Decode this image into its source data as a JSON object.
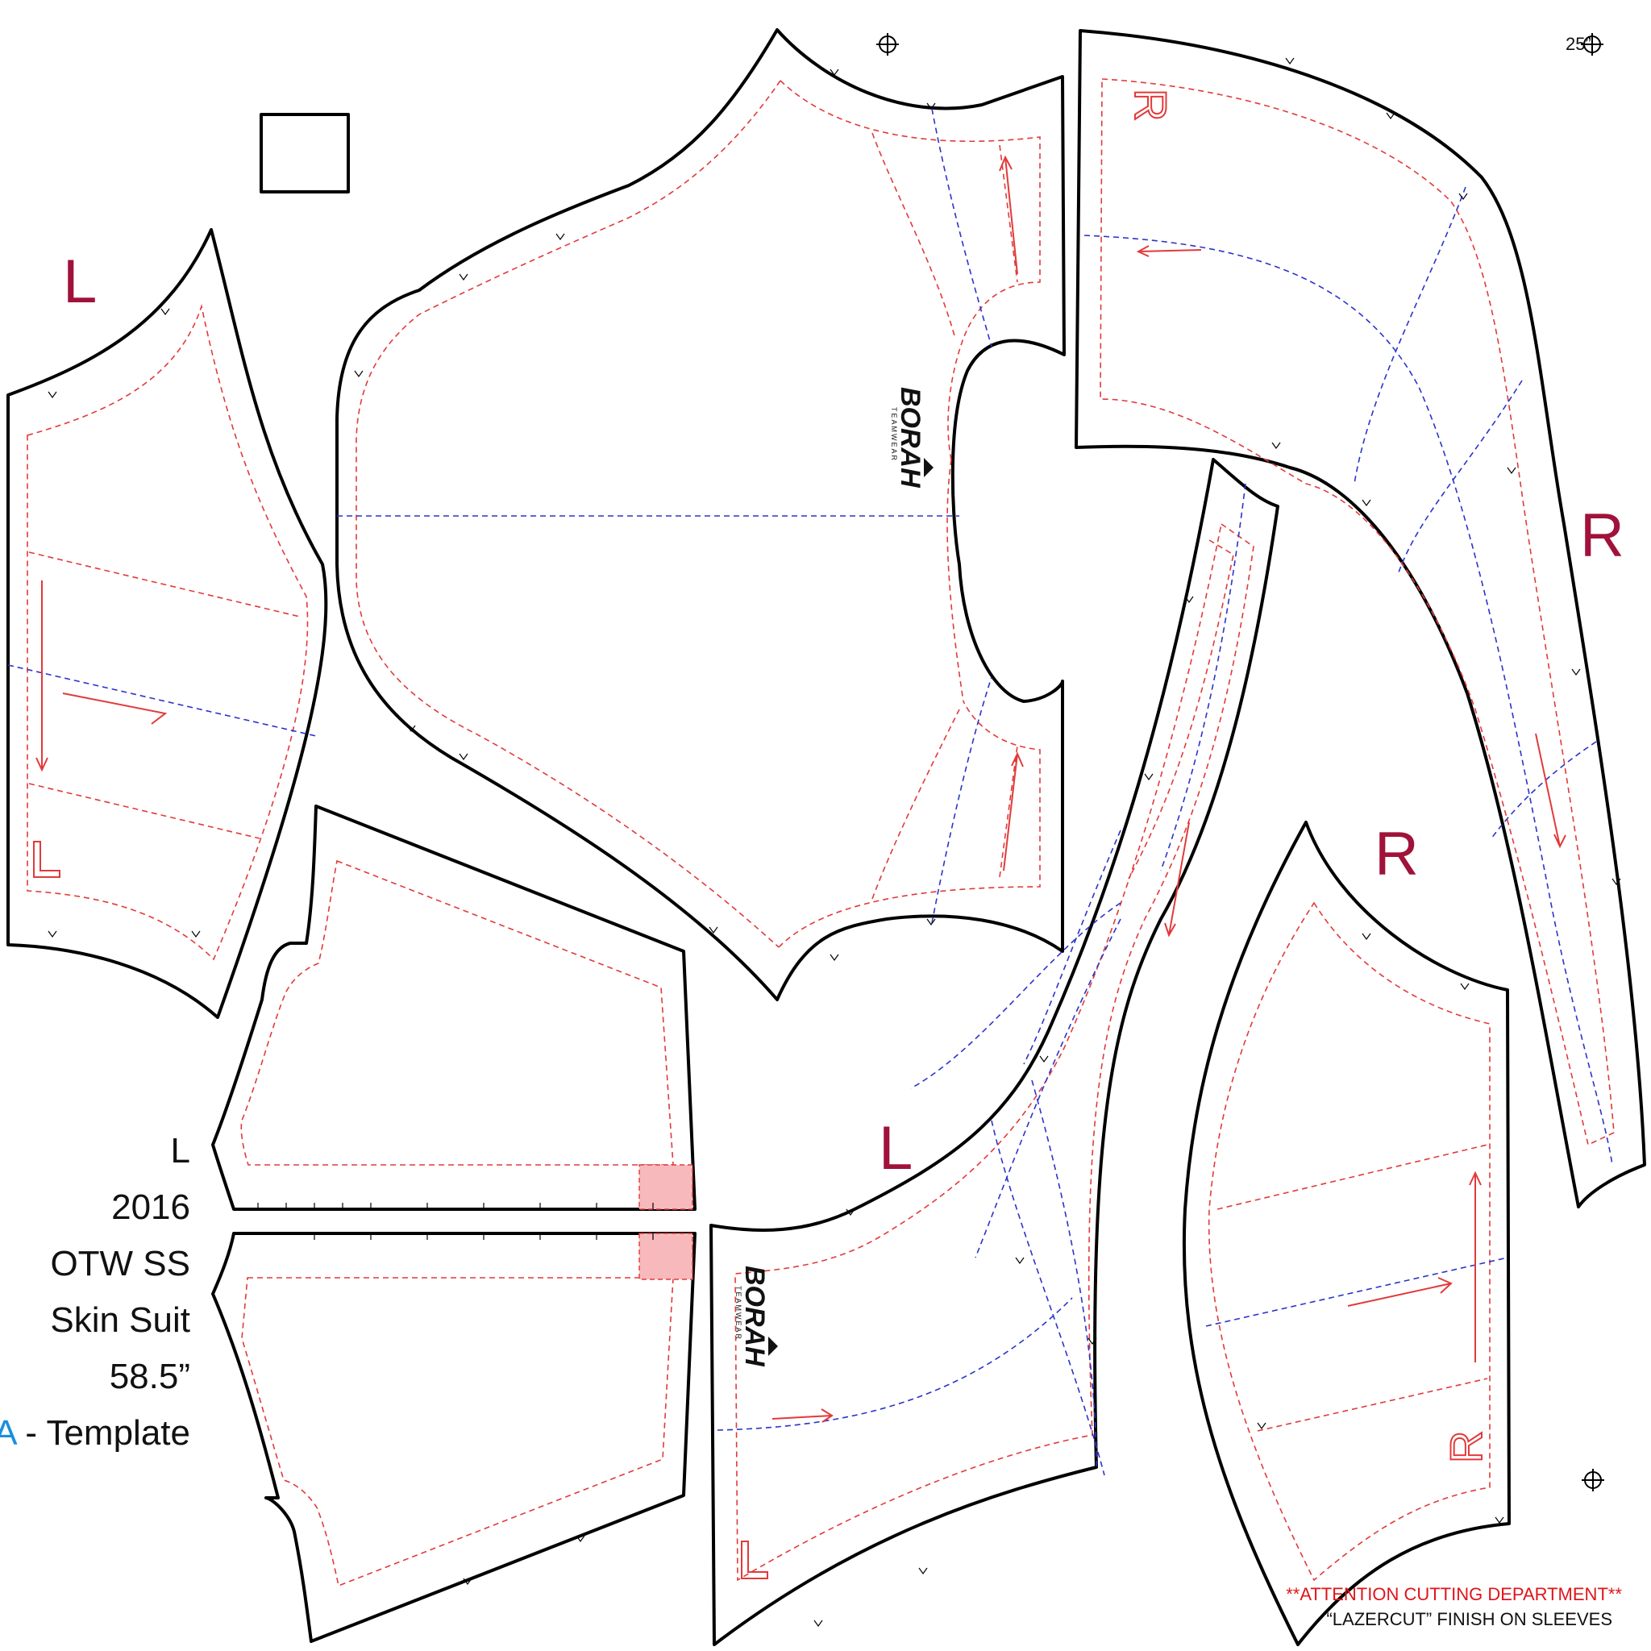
{
  "labels": {
    "left_sleeve_top": "L",
    "left_sleeve_top_inner": "L",
    "right_sleeve_long": "R",
    "right_sleeve_long_inner": "R",
    "right_sleeve_bottom": "R",
    "right_sleeve_bottom_inner": "R",
    "left_leg": "L",
    "left_leg_inner": "L"
  },
  "info_block": {
    "line1": "L",
    "line2": "2016",
    "line3": "OTW SS",
    "line4": "Skin Suit",
    "line5": "58.5”",
    "line6_accent": "A",
    "line6_rest": " - Template"
  },
  "logo": {
    "brand": "BORAH",
    "sub": "TEAMWEAR"
  },
  "registration": {
    "width_mark": "25”"
  },
  "notice": {
    "line1": "**ATTENTION CUTTING DEPARTMENT**",
    "line2": "“LAZERCUT” FINISH ON SLEEVES"
  },
  "colors": {
    "outline": "#000000",
    "seam_allowance": "#e23a3a",
    "reference_line": "#2b34c9",
    "label": "#a0123a",
    "accent": "#1a8fe0",
    "warning": "#e0141a",
    "highlight": "#f7b9bb"
  }
}
